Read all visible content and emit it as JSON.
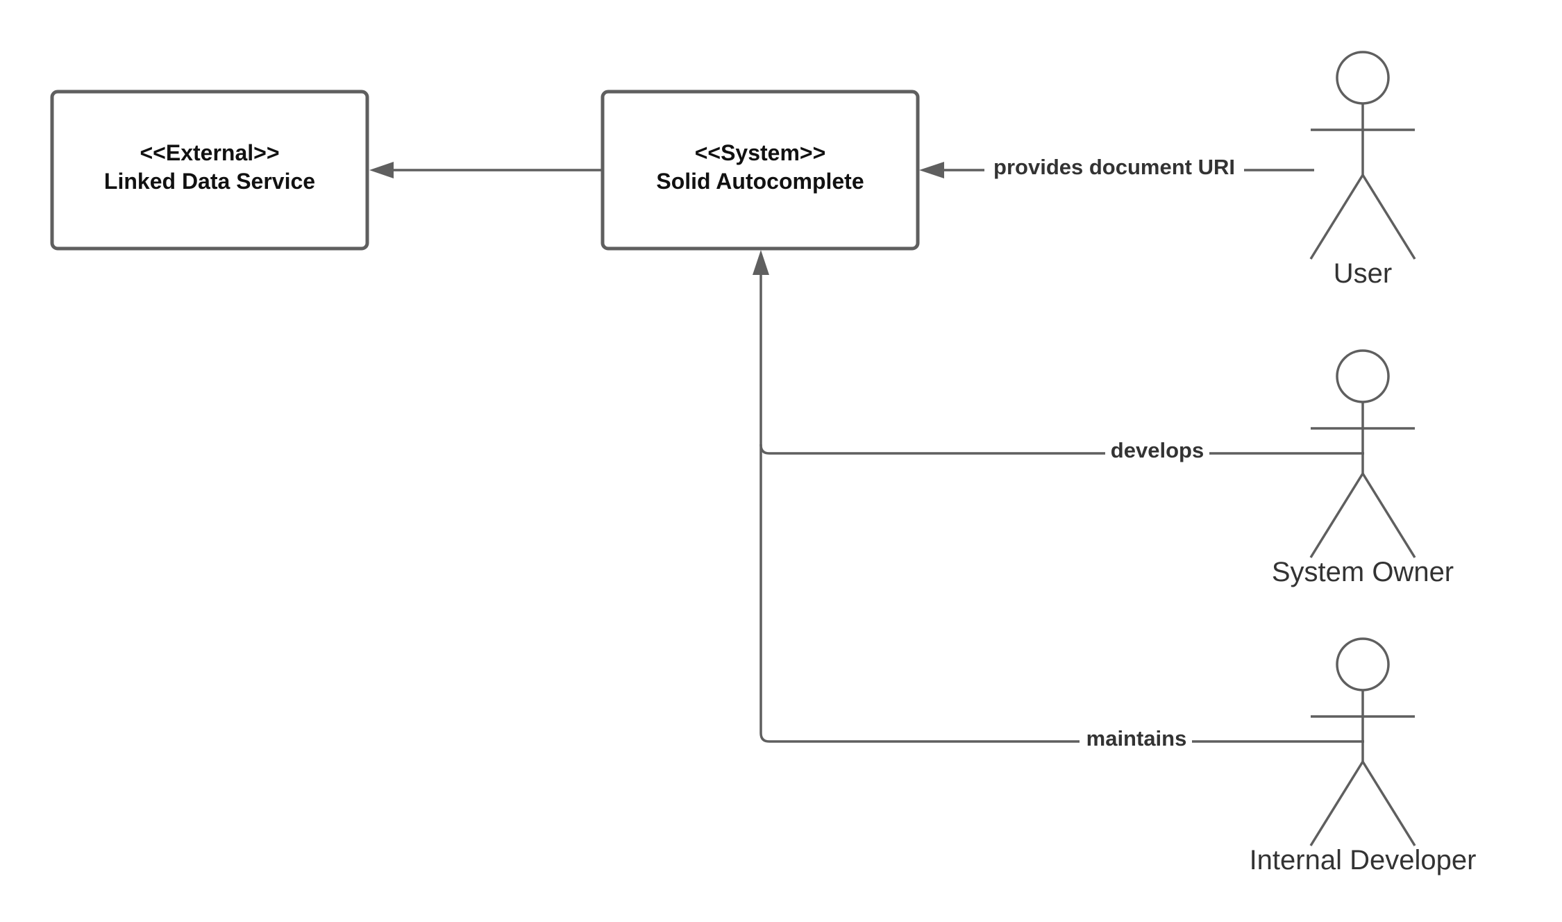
{
  "boxes": {
    "external": {
      "stereotype": "<<External>>",
      "name": "Linked Data Service"
    },
    "system": {
      "stereotype": "<<System>>",
      "name": "Solid Autocomplete"
    }
  },
  "actors": {
    "user": {
      "label": "User"
    },
    "system_owner": {
      "label": "System Owner"
    },
    "internal_developer": {
      "label": "Internal Developer"
    }
  },
  "edges": {
    "user_to_system": {
      "label": "provides document URI"
    },
    "owner_to_system": {
      "label": "develops"
    },
    "developer_to_system": {
      "label": "maintains"
    }
  },
  "colors": {
    "stroke": "#5f5f5f",
    "text": "#333333"
  }
}
